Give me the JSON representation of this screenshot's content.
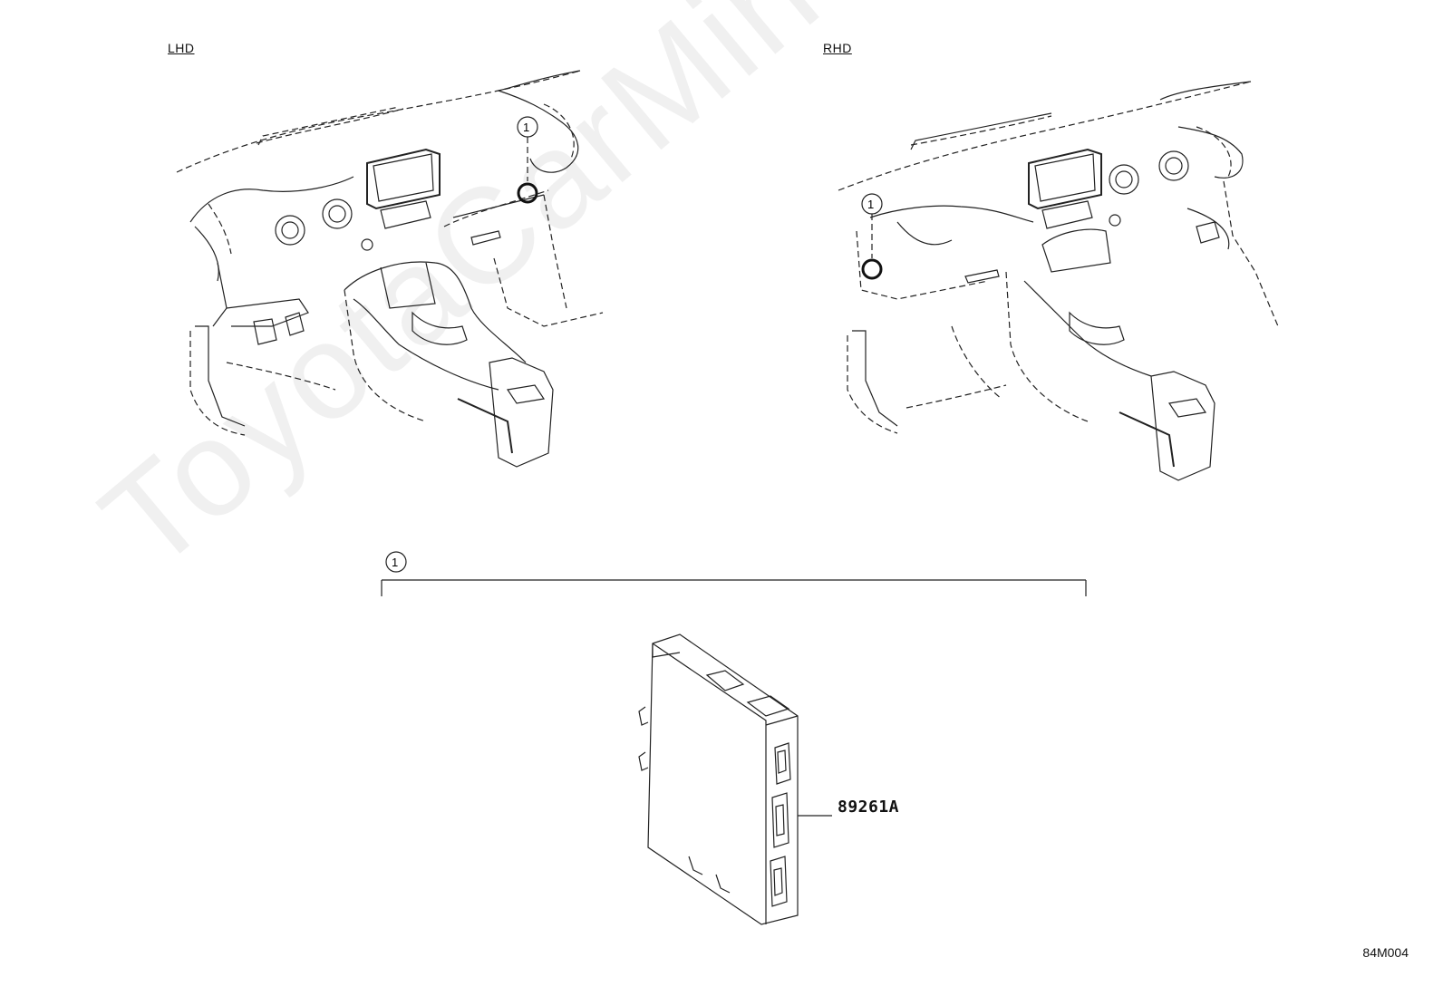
{
  "labels": {
    "lhd": "LHD",
    "rhd": "RHD"
  },
  "callout": "1",
  "part_number": "89261A",
  "illustration_code": "84M004",
  "watermark": "ToyotaCarMine.ru"
}
